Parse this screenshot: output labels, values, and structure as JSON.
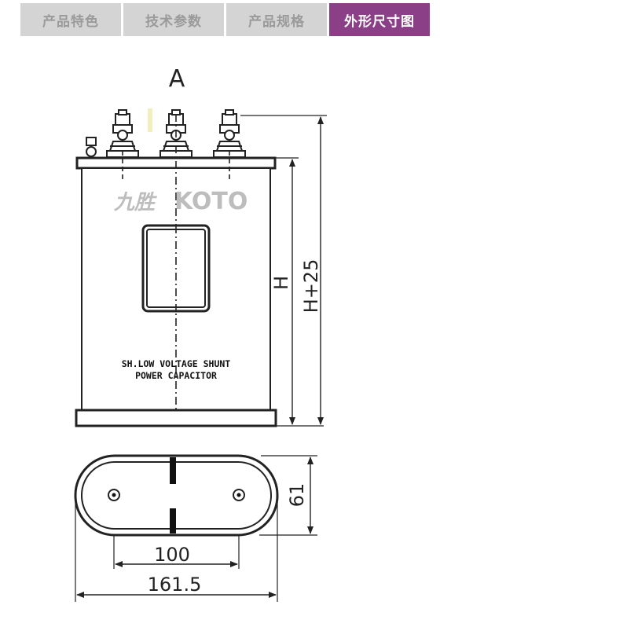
{
  "tabs": [
    {
      "label": "产品特色",
      "active": false
    },
    {
      "label": "技术参数",
      "active": false
    },
    {
      "label": "产品规格",
      "active": false
    },
    {
      "label": "外形尺寸图",
      "active": true
    }
  ],
  "colors": {
    "accent": "#8b3f86",
    "tab_inactive_bg": "#d4d4d4",
    "tab_inactive_text": "#9a9a9a"
  },
  "drawing": {
    "view_label": "A",
    "brand_cn": "九胜",
    "brand_en": "KOTO",
    "product_line1": "SH.LOW VOLTAGE SHUNT",
    "product_line2": "POWER CAPACITOR",
    "dims": {
      "height": "H",
      "height_total": "H+25",
      "depth": "61",
      "hole_spacing": "100",
      "width": "161.5"
    }
  }
}
